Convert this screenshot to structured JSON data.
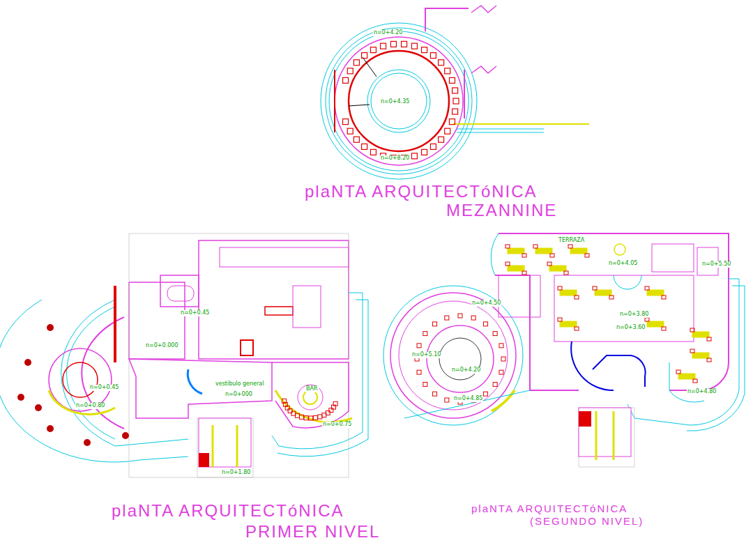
{
  "diagram": {
    "labels": [
      "plaNTA ARQUITECTóNICA",
      "MEZANNINE",
      "plaNTA ARQUITECTóNICA",
      "PRIMER NIVEL",
      "plaNTA ARQUITECTóNICA",
      "(SEGUNDO NIVEL)",
      "n=0+4.20",
      "n=0+4.35",
      "n=0+8.20",
      "n=0+0.45",
      "n=0+0.000",
      "n=0+0.45",
      "n=0+0.80",
      "vestibulo general",
      "n=0+000",
      "BAR",
      "n=0+0.75",
      "n=0+1.80",
      "TERRAZA",
      "n=0+4.05",
      "n=0+5.50",
      "n=0+4.50",
      "n=0+3.80",
      "n=0+3.60",
      "n=0+5.10",
      "n=0+4.20",
      "n=0+4.85",
      "n=0+4.80"
    ]
  }
}
